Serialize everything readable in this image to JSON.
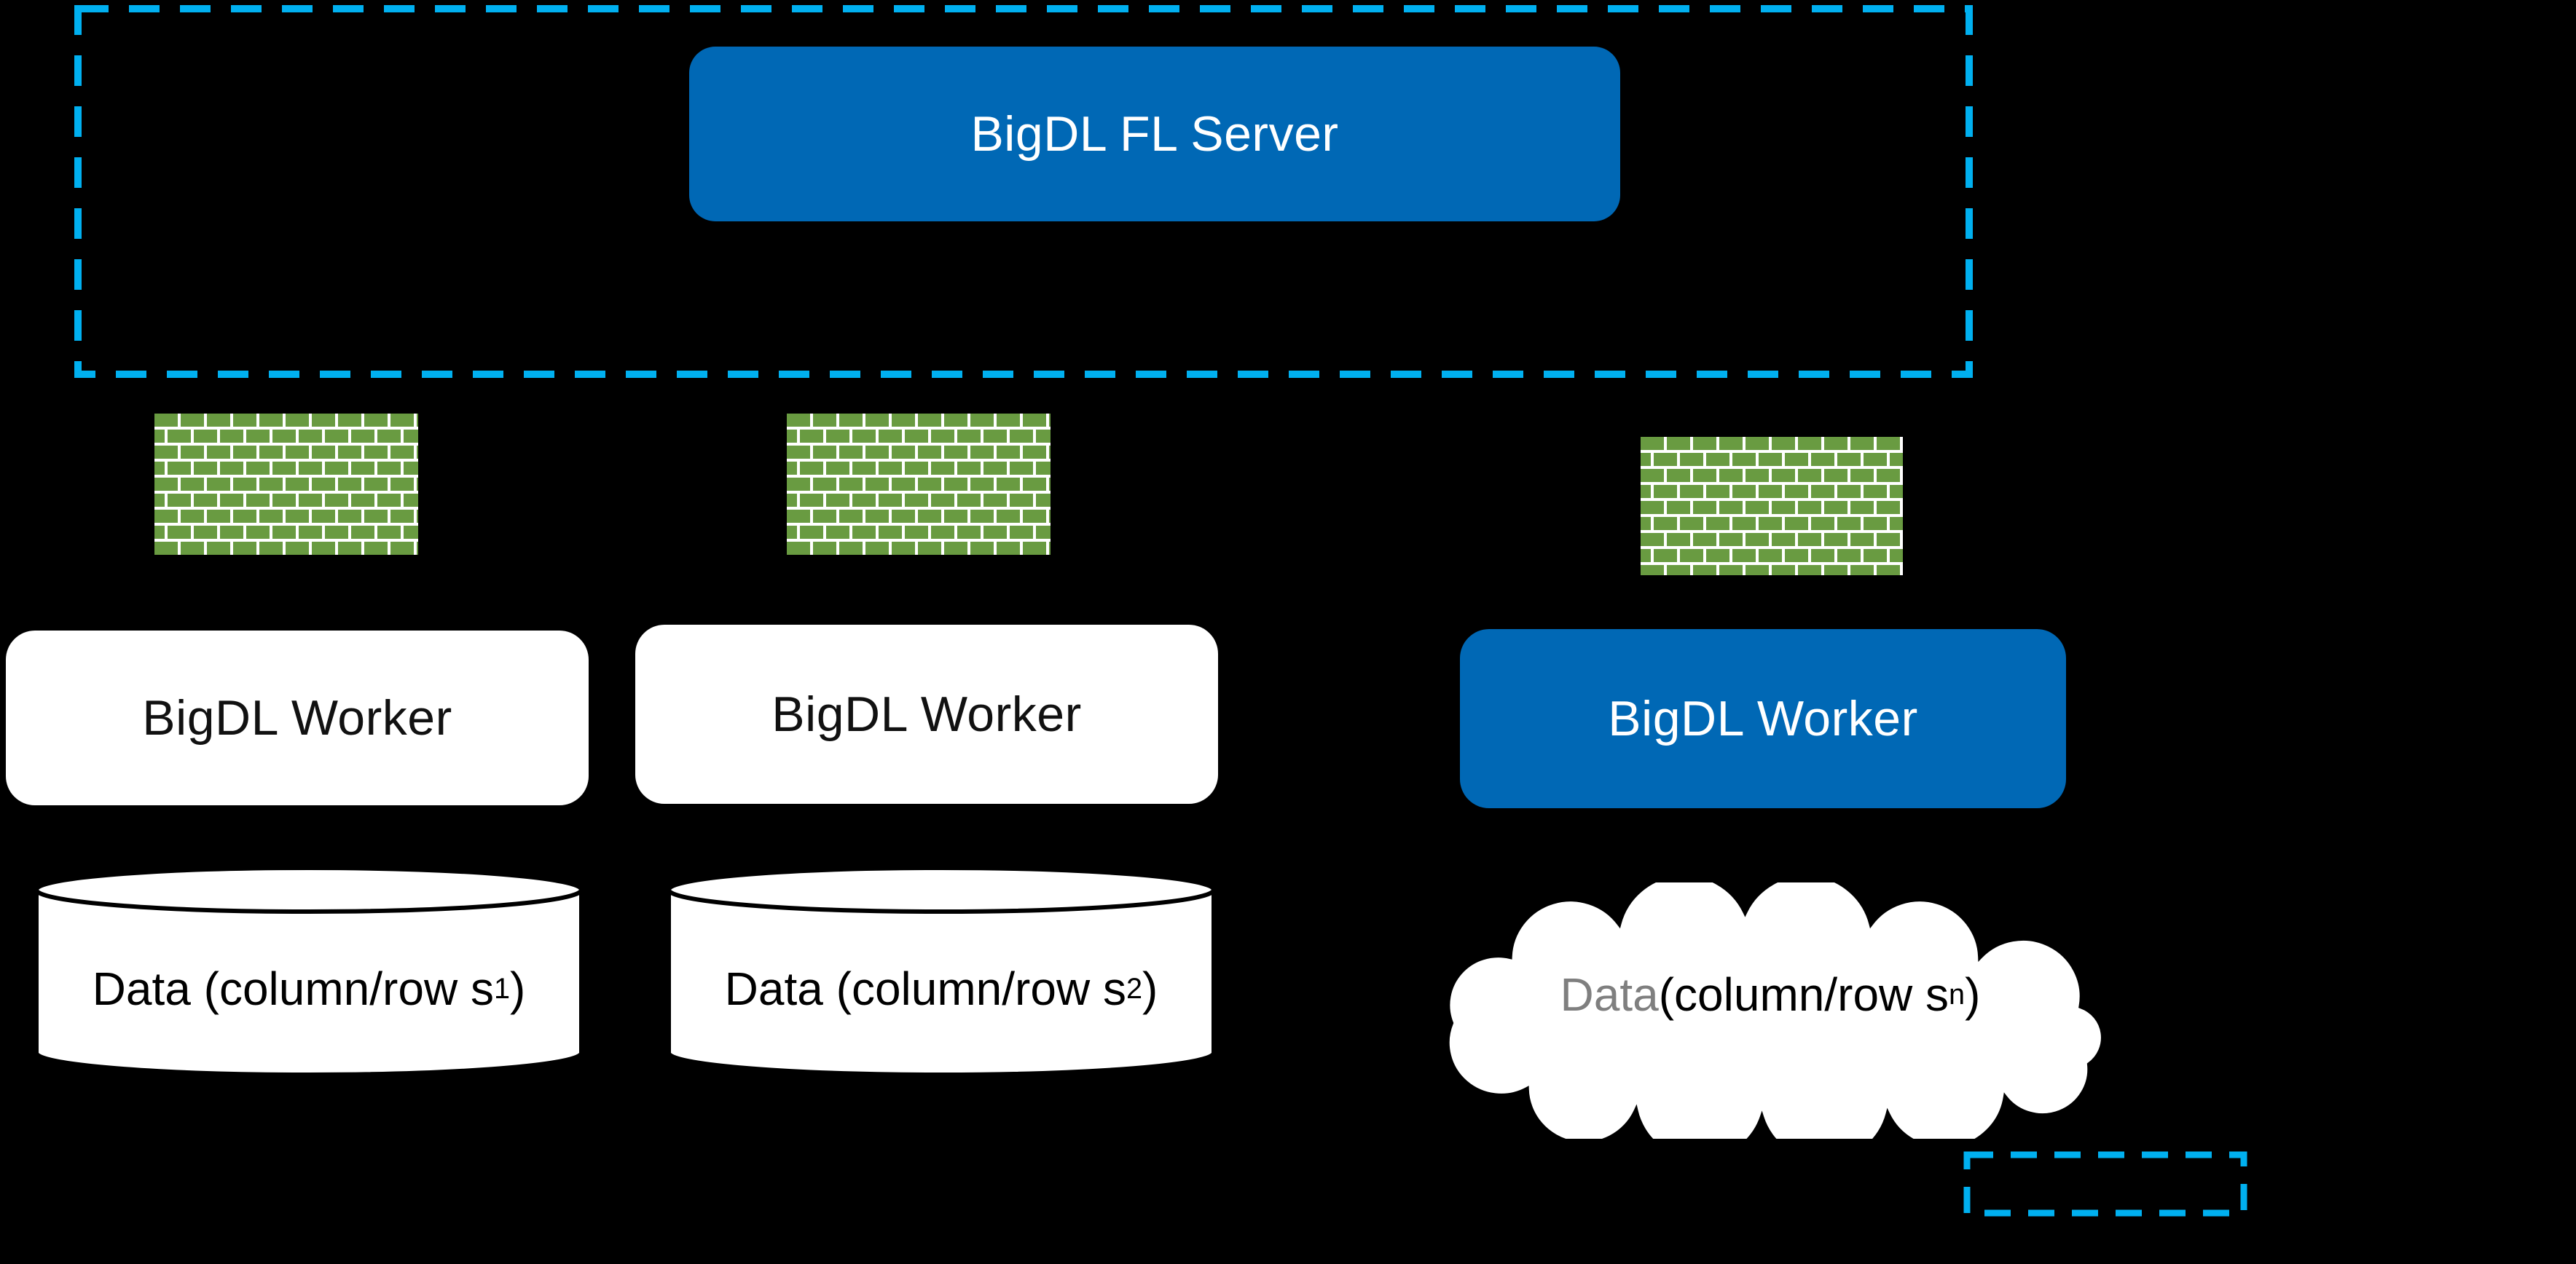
{
  "diagram": {
    "title_hint": "BigDL federated learning architecture",
    "server": {
      "label": "BigDL FL Server"
    },
    "server_zone": {
      "border_style": "dashed",
      "border_color": "#00b0f0"
    },
    "workers": [
      {
        "label": "BigDL Worker",
        "variant": "white"
      },
      {
        "label": "BigDL Worker",
        "variant": "white"
      },
      {
        "label": "BigDL Worker",
        "variant": "blue"
      }
    ],
    "datastores": [
      {
        "shape": "cylinder",
        "prefix": "Data (column/row s",
        "sub": "1",
        "suffix": ")"
      },
      {
        "shape": "cylinder",
        "prefix": "Data (column/row s",
        "sub": "2",
        "suffix": ")"
      },
      {
        "shape": "cloud",
        "word": "Data",
        "rest": " (column/row s",
        "sub": "n",
        "suffix": ")"
      }
    ],
    "icons": {
      "firewall": "brick-wall-icon",
      "firewall_count": 3
    },
    "legend_box": {
      "border_style": "dashed",
      "border_color": "#00b0f0"
    }
  },
  "colors": {
    "background": "#000000",
    "accent_blue": "#0068b5",
    "dashed_cyan": "#00b0f0",
    "brick_green": "#699b41",
    "mortar_white": "#ffffff",
    "cloud_word_gray": "#7f7f7f",
    "shape_white": "#ffffff",
    "outline_black": "#000000"
  }
}
